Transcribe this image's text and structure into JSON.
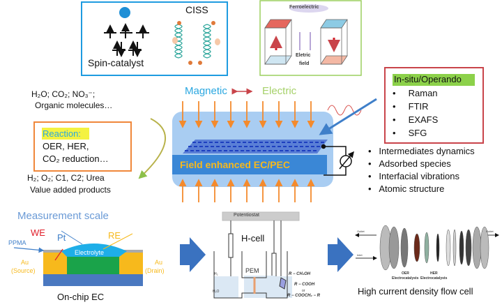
{
  "spin_box": {
    "spin_label": "Spin-catalyst",
    "ciss_label": "CISS",
    "border_color": "#1e9be0"
  },
  "ferro_box": {
    "title": "Ferroelectric",
    "field_label_1": "Eletric",
    "field_label_2": "field",
    "border_color": "#9bcf5f"
  },
  "fields": {
    "magnetic": "Magnetic",
    "electric": "Electric",
    "magnetic_color": "#2aa7e0",
    "electric_color": "#a6d16a"
  },
  "center": {
    "label": "Field enhanced EC/PEC",
    "label_color": "#f7b91c",
    "arrow_color": "#f48a2c"
  },
  "reactants": {
    "line1": "H₂O; CO₂; NO₃⁻;",
    "line2": "Organic molecules…"
  },
  "reaction_box": {
    "title": "Reaction:",
    "line1": "OER, HER,",
    "line2": "CO₂ reduction…",
    "border_color": "#f0873a"
  },
  "products": {
    "line1": "H₂; O₂; C1, C2; Urea",
    "line2": "Value added products"
  },
  "insitu_box": {
    "title": "In-situ/Operando",
    "items": [
      "Raman",
      "FTIR",
      "EXAFS",
      "SFG"
    ],
    "border_color": "#c9444a"
  },
  "insights": [
    "Intermediates dynamics",
    "Adsorbed species",
    "Interfacial vibrations",
    "Atomic structure"
  ],
  "measurement": {
    "title": "Measurement scale",
    "we": "WE",
    "pt": "Pt",
    "re": "RE",
    "ppma": "PPMA",
    "electrolyte": "Electrolyte",
    "au_source_1": "Au",
    "au_source_2": "(Source)",
    "au_drain_1": "Au",
    "au_drain_2": "(Drain)",
    "caption": "On-chip EC"
  },
  "hcell": {
    "potentiostat": "Potentiostat",
    "title": "H-cell",
    "pem": "PEM",
    "h2": "H₂",
    "h2o": "H₂O",
    "p1": "R − CH₂OH",
    "p2": "R − COOH",
    "p3": "or",
    "p4": "R − COOCH₂ − R"
  },
  "flowcell": {
    "outlet_left": "Outlet",
    "inlet": "Inlet",
    "outlet_right": "Outlet",
    "oer_1": "OER",
    "oer_2": "Electrocatalysts",
    "her_1": "HER",
    "her_2": "Electrocatalysts",
    "caption": "High current density flow cell"
  }
}
